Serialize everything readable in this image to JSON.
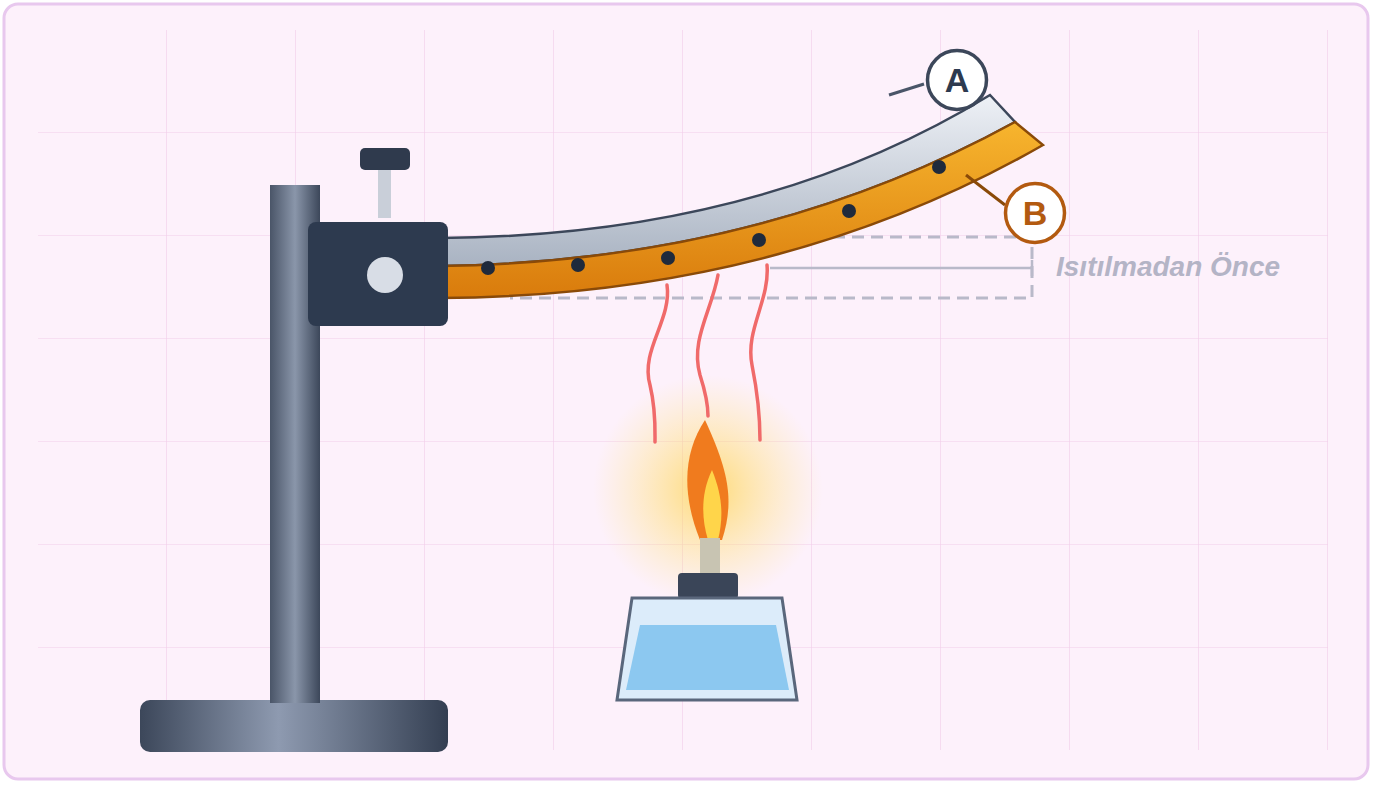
{
  "diagram": {
    "nodes": [
      {
        "text": [
          "A"
        ]
      },
      {
        "text": [
          "B"
        ]
      }
    ],
    "labels": [
      "Isıtılmadan Önce"
    ]
  }
}
